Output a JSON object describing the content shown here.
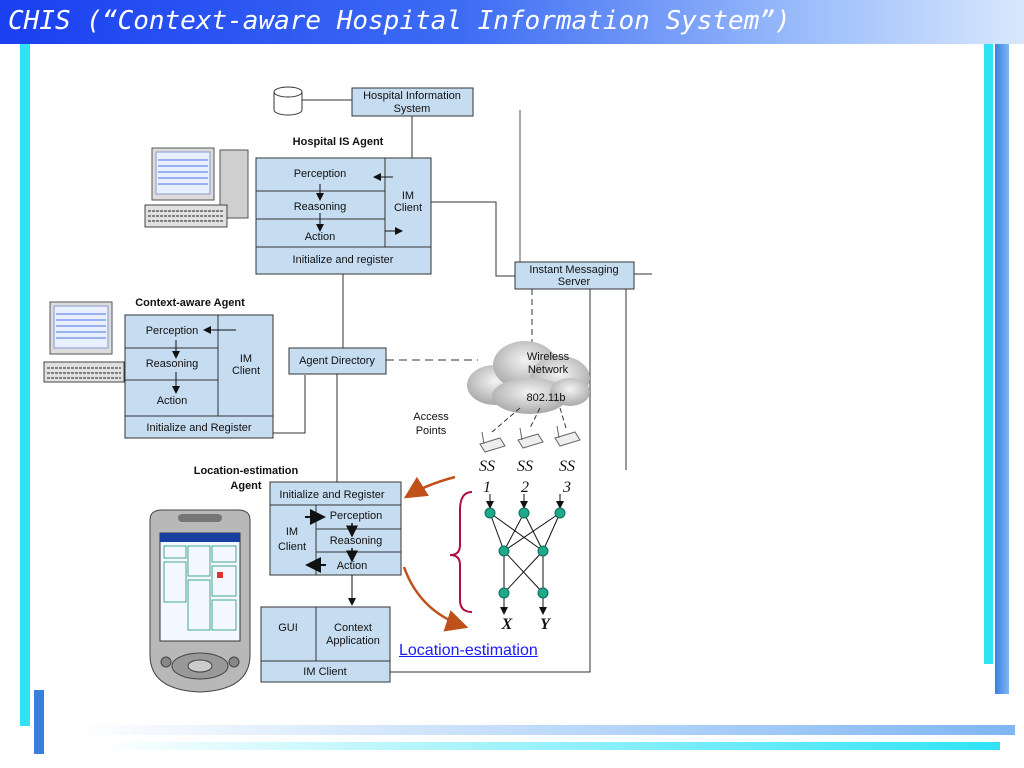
{
  "title": "CHIS (“Context-aware Hospital Information System”)",
  "colors": {
    "title_bar": "#1a3ff0",
    "box_fill": "#c6dcf0",
    "accent_arrow": "#c0501a",
    "node": "#1fa98a",
    "link": "#1a1aff"
  },
  "his": {
    "label1": "Hospital Information",
    "label2": "System"
  },
  "his_agent": {
    "caption": "Hospital IS  Agent",
    "perception": "Perception",
    "reasoning": "Reasoning",
    "action": "Action",
    "im_client1": "IM",
    "im_client2": "Client",
    "init": "Initialize and register"
  },
  "im_server": {
    "label1": "Instant Messaging",
    "label2": "Server"
  },
  "context_agent": {
    "caption": "Context-aware Agent",
    "perception": "Perception",
    "reasoning": "Reasoning",
    "action": "Action",
    "im_client1": "IM",
    "im_client2": "Client",
    "init": "Initialize and Register"
  },
  "agent_directory": "Agent Directory",
  "wireless": {
    "label1": "Wireless",
    "label2": "Network",
    "standard": "802.11b"
  },
  "access_points": {
    "label1": "Access",
    "label2": "Points"
  },
  "location_agent": {
    "caption1": "Location-estimation",
    "caption2": "Agent",
    "init": "Initialize and Register",
    "im_client1": "IM",
    "im_client2": "Client",
    "perception": "Perception",
    "reasoning": "Reasoning",
    "action": "Action"
  },
  "pda_app": {
    "gui": "GUI",
    "context1": "Context",
    "context2": "Application",
    "im_client": "IM Client"
  },
  "network": {
    "inputs": [
      {
        "ss": "SS",
        "num": "1"
      },
      {
        "ss": "SS",
        "num": "2"
      },
      {
        "ss": "SS",
        "num": "3"
      }
    ],
    "outputs": [
      "X",
      "Y"
    ]
  },
  "link_text": "Location-estimation"
}
